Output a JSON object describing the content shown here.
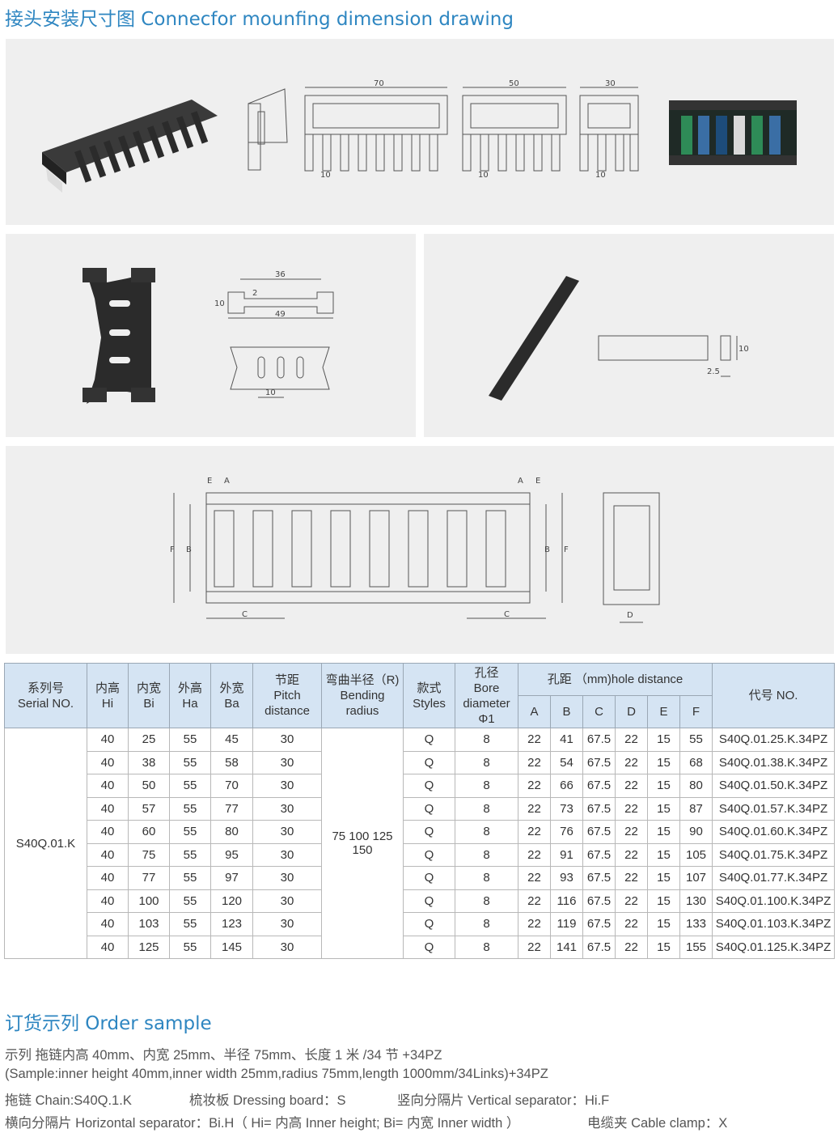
{
  "heading_top": "接头安装尺寸图 Connecfor mounfing dimension drawing",
  "panel1": {
    "dim_70": "70",
    "dim_50": "50",
    "dim_30": "30",
    "dim_10a": "10",
    "dim_10b": "10",
    "dim_10c": "10"
  },
  "panel2": {
    "dim_36": "36",
    "dim_2": "2",
    "dim_10": "10",
    "dim_49": "49",
    "dim_10b": "10"
  },
  "panel3": {
    "dim_10": "10",
    "dim_25": "2.5"
  },
  "panel4": {
    "E1": "E",
    "A1": "A",
    "A2": "A",
    "E2": "E",
    "F1": "F",
    "B1": "B",
    "B2": "B",
    "F2": "F",
    "C1": "C",
    "C2": "C",
    "D1": "D"
  },
  "table": {
    "h_serial": [
      "系列号",
      "Serial NO."
    ],
    "h_hi": [
      "内高",
      "Hi"
    ],
    "h_bi": [
      "内宽",
      "Bi"
    ],
    "h_ha": [
      "外高",
      "Ha"
    ],
    "h_ba": [
      "外宽",
      "Ba"
    ],
    "h_pitch": [
      "节距",
      "Pitch",
      "distance"
    ],
    "h_radius": [
      "弯曲半径（R)",
      "Bending",
      "radius"
    ],
    "h_styles": [
      "款式",
      "Styles"
    ],
    "h_bore": [
      "孔径",
      "Bore",
      "diameter",
      "Φ1"
    ],
    "h_hole": "孔距 （mm)hole distance",
    "h_sub": [
      "A",
      "B",
      "C",
      "D",
      "E",
      "F"
    ],
    "h_code": "代号  NO.",
    "serial": "S40Q.01.K",
    "radius": [
      "75 100 125",
      "150"
    ],
    "rows": [
      [
        "40",
        "25",
        "55",
        "45",
        "30",
        "Q",
        "8",
        "22",
        "41",
        "67.5",
        "22",
        "15",
        "55",
        "S40Q.01.25.K.34PZ"
      ],
      [
        "40",
        "38",
        "55",
        "58",
        "30",
        "Q",
        "8",
        "22",
        "54",
        "67.5",
        "22",
        "15",
        "68",
        "S40Q.01.38.K.34PZ"
      ],
      [
        "40",
        "50",
        "55",
        "70",
        "30",
        "Q",
        "8",
        "22",
        "66",
        "67.5",
        "22",
        "15",
        "80",
        "S40Q.01.50.K.34PZ"
      ],
      [
        "40",
        "57",
        "55",
        "77",
        "30",
        "Q",
        "8",
        "22",
        "73",
        "67.5",
        "22",
        "15",
        "87",
        "S40Q.01.57.K.34PZ"
      ],
      [
        "40",
        "60",
        "55",
        "80",
        "30",
        "Q",
        "8",
        "22",
        "76",
        "67.5",
        "22",
        "15",
        "90",
        "S40Q.01.60.K.34PZ"
      ],
      [
        "40",
        "75",
        "55",
        "95",
        "30",
        "Q",
        "8",
        "22",
        "91",
        "67.5",
        "22",
        "15",
        "105",
        "S40Q.01.75.K.34PZ"
      ],
      [
        "40",
        "77",
        "55",
        "97",
        "30",
        "Q",
        "8",
        "22",
        "93",
        "67.5",
        "22",
        "15",
        "107",
        "S40Q.01.77.K.34PZ"
      ],
      [
        "40",
        "100",
        "55",
        "120",
        "30",
        "Q",
        "8",
        "22",
        "116",
        "67.5",
        "22",
        "15",
        "130",
        "S40Q.01.100.K.34PZ"
      ],
      [
        "40",
        "103",
        "55",
        "123",
        "30",
        "Q",
        "8",
        "22",
        "119",
        "67.5",
        "22",
        "15",
        "133",
        "S40Q.01.103.K.34PZ"
      ],
      [
        "40",
        "125",
        "55",
        "145",
        "30",
        "Q",
        "8",
        "22",
        "141",
        "67.5",
        "22",
        "15",
        "155",
        "S40Q.01.125.K.34PZ"
      ]
    ]
  },
  "order": {
    "heading": "订货示列 Order sample",
    "line1": "示列 拖链内高 40mm、内宽 25mm、半径 75mm、长度 1 米 /34 节 +34PZ",
    "line2": "(Sample:inner height 40mm,inner width 25mm,radius 75mm,length 1000mm/34Links)+34PZ",
    "line3a": "拖链 Chain:S40Q.1.K",
    "line3b": "梳妆板 Dressing board：S",
    "line3c": "竖向分隔片 Vertical separator：Hi.F",
    "line4a": "横向分隔片 Horizontal separator：Bi.H（ Hi= 内高 Inner height;  Bi= 内宽 Inner width ）",
    "line4b": "电缆夹 Cable clamp：X"
  }
}
